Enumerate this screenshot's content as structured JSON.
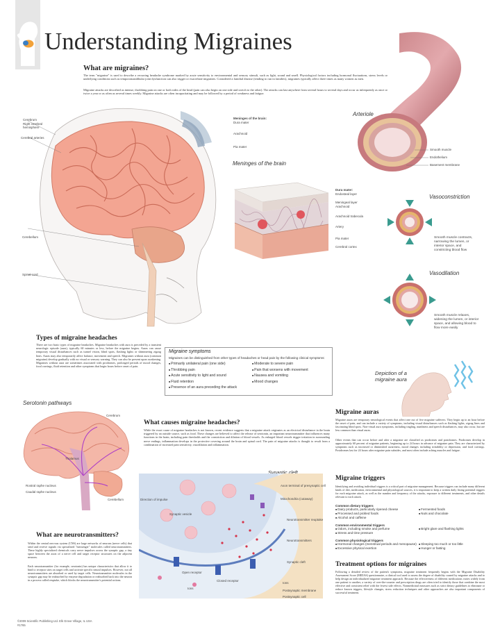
{
  "header": {
    "title": "Understanding Migraines",
    "logo_icon": "head-brain-icon"
  },
  "what_are": {
    "heading": "What are migraines?",
    "p1": "The term \"migraine\" is used to describe a recurring headache syndrome marked by acute sensitivity to environmental and sensory stimuli, such as light, sound and smell. Physiological factors including hormonal fluctuations, stress levels or underlying conditions such as temporomandibular joint dysfunction can also trigger or exacerbate migraines. Considered a familial disease (tending to run in families), migraines typically affect three times as many women as men.",
    "p2": "Migraine attacks are described as intense, throbbing pain on one or both sides of the head (pain can also begin on one side and switch to the other). The attacks can last anywhere from several hours to several days and occur as infrequently as once or twice a year or as often as several times weekly. Migraine attacks are often incapacitating and may be followed by a period of weakness and fatigue."
  },
  "head_labels": {
    "cerebrum": "Cerebrum",
    "right_hemisphere": "Right cerebral hemisphere",
    "cerebral_arteries": "Cerebral arteries",
    "cerebellum": "Cerebellum",
    "spinal_cord": "Spinal cord",
    "meninges_title": "Meninges of the brain:",
    "dura": "Dura mater",
    "arachnoid": "Arachnoid",
    "pia": "Pia mater"
  },
  "meninges": {
    "title": "Meninges of the brain",
    "dura_title": "Dura mater:",
    "labels": [
      "Endosteal layer",
      "Meningeal layer",
      "Arachnoid",
      "Arachnoid trabecula",
      "Artery",
      "Pia mater",
      "Cerebral cortex"
    ]
  },
  "arteriole": {
    "title": "Arteriole",
    "labels": [
      "Smooth muscle",
      "Endothelium",
      "Basement membrane"
    ]
  },
  "vasoconstriction": {
    "title": "Vasoconstriction",
    "desc": "Smooth muscle contracts, narrowing the lumen, or interior space, and constricting blood flow"
  },
  "vasodilation": {
    "title": "Vasodilation",
    "desc": "Smooth muscle relaxes, widening the lumen, or interior space, and allowing blood to flow more easily"
  },
  "types": {
    "heading": "Types of migraine headaches",
    "text": "There are two basic types of migraine headaches. Migraine headaches with aura is preceded by a transient neurologic episode (aura), typically 60 minutes or less, before the migraine begins. Auras can cause temporary visual disturbances such as tunnel vision, blind spots, flashing lights or shimmering zigzag lines. Auras may also temporarily affect balance, movement and speech. Migraines without aura (common migraine) develop gradually with no visual or sensory warning. They can also be present upon awakening. Migraines without aura are sometimes associated with prodromes, prolonged periods of mood changes, food cravings, fluid retention and other symptoms that begin hours before onset of pain."
  },
  "symptoms": {
    "heading": "Migraine symptoms",
    "intro": "Migraines can be distinguished from other types of headaches or head pain by the following clinical symptoms:",
    "left": [
      "Primarily unilateral pain (one side)",
      "Throbbing pain",
      "Acute sensitivity to light and sound",
      "Fluid retention",
      "Presence of an aura preceding the attack"
    ],
    "right": [
      "Moderate to severe pain",
      "Pain that worsens with movement",
      "Nausea and vomiting",
      "Mood changes"
    ]
  },
  "aura_depiction": {
    "title": "Depiction of a migraine aura"
  },
  "serotonin": {
    "title": "Serotonin pathways",
    "labels": [
      "Cerebrum",
      "Thalamus",
      "Rostral raphe nucleus",
      "Caudal raphe nucleus",
      "Cerebellum"
    ]
  },
  "causes": {
    "heading": "What causes migraine headaches?",
    "text": "While the exact cause of migraine headaches is not known, recent evidence suggests that a migraine attack originates as an electrical disturbance in the brain triggered by an outside source, such as food. These changes are believed to affect the release of serotonin, an important neurotransmitter that influences many functions in the brain, including pain thresholds and the constriction and dilation of blood vessels. As enlarged blood vessels trigger irritation in surrounding nerve endings, inflammation develops in the protective covering around the brain and spinal cord. The pain of migraine attacks is thought to result from a combination of increased pain sensitivity, vasodilation and inflammation."
  },
  "synaptic": {
    "title": "Synaptic cleft",
    "labels": [
      "Axon terminal of presynaptic cell",
      "Mitochondria (cutaway)",
      "Neurotransmitter reuptake",
      "Neurotransmitters",
      "Synaptic cleft",
      "Ions",
      "Postsynaptic membrane",
      "Postsynaptic cell",
      "Direction of impulse",
      "Synaptic vesicle",
      "Open receptor",
      "Closed receptor",
      "Ions"
    ]
  },
  "neuro": {
    "heading": "What are neurotransmitters?",
    "p1": "Within the central nervous system (CNS) are large networks of neurons (nerve cells) that send and receive signals via specialized \"messenger\" molecules called neurotransmitters. These highly specialized chemicals carry nerve impulses across the synaptic gap, a tiny space between the axon of a nerve cell and target receptor structures on the adjacent neurons.",
    "p2": "Each neurotransmitter (for example, serotonin) has unique characteristics that allow it to bind to receptor sites on target cells and activate specific neural impulses. However, not all neurotransmitters are absorbed or used by target cells. Neurotransmitter molecules in the synaptic gap may be reabsorbed by enzyme degradation or reabsorbed back into the neuron in a process called reuptake, which blocks the neurotransmitter's potential actions."
  },
  "auras": {
    "heading": "Migraine auras",
    "p1": "Migraine auras are temporary neurological events that affect one out of five migraine sufferers. They begin up to an hour before the onset of pain, and can include a variety of symptoms, including visual disturbances such as flashing lights, zigzag lines and fascinating blind spots. Non-visual aura symptoms, including tingling, numbness and speech disturbances, may also occur, but are less common than visual auras.",
    "p2": "Other events that can occur before and after a migraine are classified as prodromes and postdromes. Prodromes develop in approximately 60 percent of migraine patients, beginning up to 24 hours in advance of migraine pain. They are characterized by symptoms such as increased or diminished awareness, mood changes including irritability or depression, and food cravings. Postdromes last for 24 hours after migraine pain subsides, and most often include aching muscles and fatigue."
  },
  "triggers": {
    "heading": "Migraine triggers",
    "text": "Identifying and avoiding individual triggers is a critical part of migraine management. Because triggers can include many different kinds of diet, medication, environmental and physiological sources, it is important to keep a written daily listing potential triggers for each migraine attack, as well as the number and frequency of the attacks, exposure to different treatments, and other details relevant to each attack.",
    "groups": [
      {
        "title": "Common dietary triggers",
        "left": [
          "Dairy products, particularly ripened cheese",
          "Processed and pickled foods",
          "Alcohol and caffeine"
        ],
        "right": [
          "Fermented foods",
          "Nuts and chocolate"
        ]
      },
      {
        "title": "Common environmental triggers",
        "left": [
          "Odors, including smoke and perfume",
          "Stress and time pressure"
        ],
        "right": [
          "Bright glare and flashing lights"
        ]
      },
      {
        "title": "Common physiological triggers",
        "left": [
          "Hormonal changes (menstrual periods and menopause)",
          "Excessive physical exertion"
        ],
        "right": [
          "Sleeping too much or too little",
          "Hunger or fasting"
        ]
      }
    ]
  },
  "treatment": {
    "heading": "Treatment options for migraines",
    "text": "Following a detailed review of the patient's symptoms, migraine treatment frequently begins with the Migraine Disability Assessment Score (MIDAS) questionnaire, a clinical tool used to assess the degree of disability caused by migraine attacks and to help design an individualized migraine treatment approach. Because the effectiveness of different medications varies widely from one patient to another, a variety of over-the-counter and prescription drugs are often tried to identify those that combine the most effective and consistent relief with the fewest side effects. Nonmedicinal measures such as strict dietary guidelines to eliminate or reduce known triggers, lifestyle changes, stress reduction techniques and other approaches are also important components of successful treatment."
  },
  "footer": {
    "copyright": "©2009 Scientific Publishing Ltd. Elk Grove Village, IL USA",
    "code": "#1765"
  },
  "colors": {
    "brain": "#f0a28c",
    "artery": "#b45f63",
    "arrow": "#3a9b8f"
  }
}
